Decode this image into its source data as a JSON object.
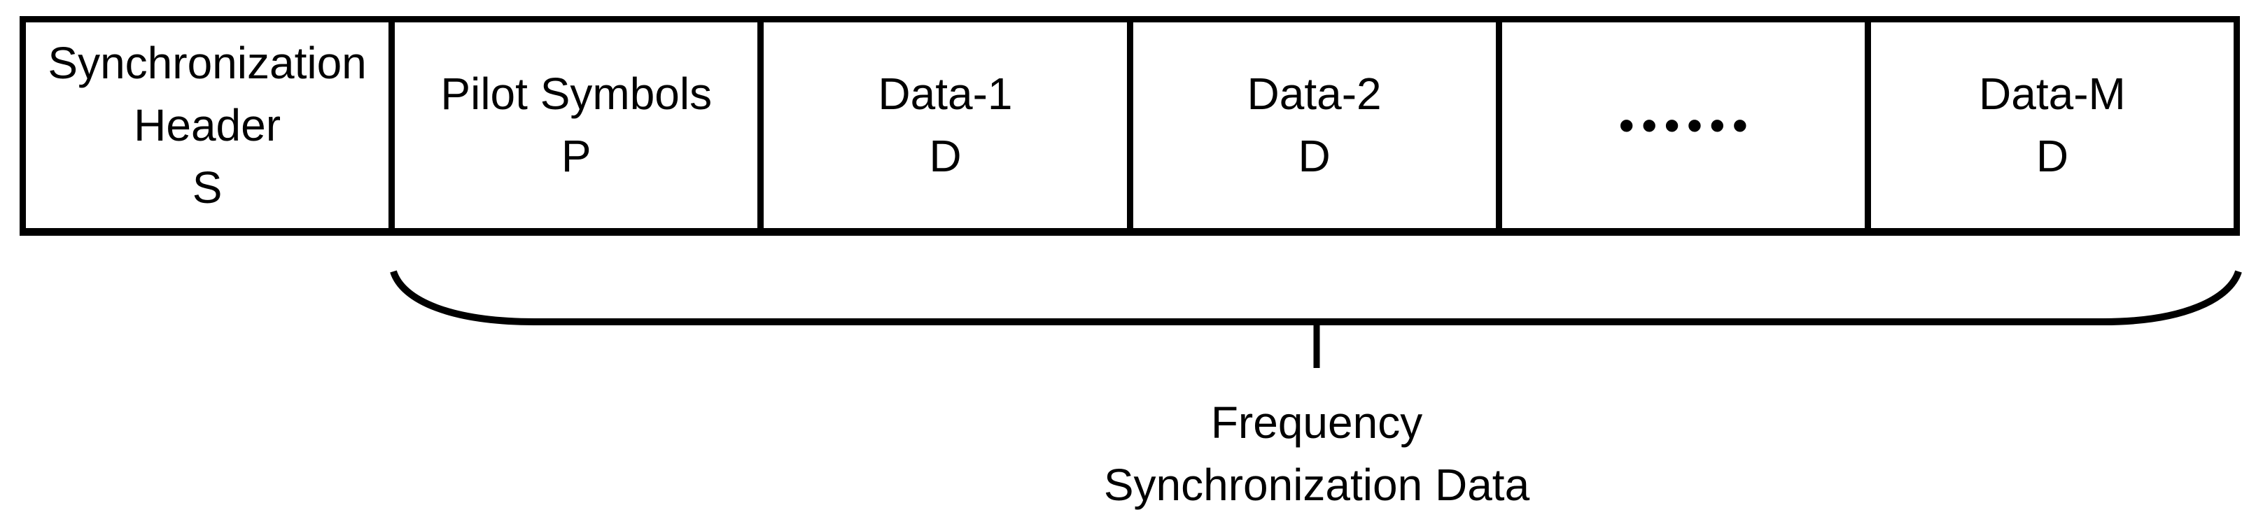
{
  "figure": {
    "frame": {
      "cells": [
        {
          "id": "sync-header",
          "lines": [
            "Synchronization",
            "Header",
            "S"
          ]
        },
        {
          "id": "pilot-symbols",
          "lines": [
            "Pilot Symbols",
            "P"
          ]
        },
        {
          "id": "data-1",
          "lines": [
            "Data-1",
            "D"
          ]
        },
        {
          "id": "data-2",
          "lines": [
            "Data-2",
            "D"
          ]
        },
        {
          "id": "ellipsis",
          "lines": [
            "••••••"
          ]
        },
        {
          "id": "data-m",
          "lines": [
            "Data-M",
            "D"
          ]
        }
      ]
    },
    "brace_label": {
      "line1": "Frequency",
      "line2": "Synchronization Data"
    },
    "colors": {
      "line": "#000000",
      "text": "#000000",
      "background": "#ffffff"
    }
  }
}
